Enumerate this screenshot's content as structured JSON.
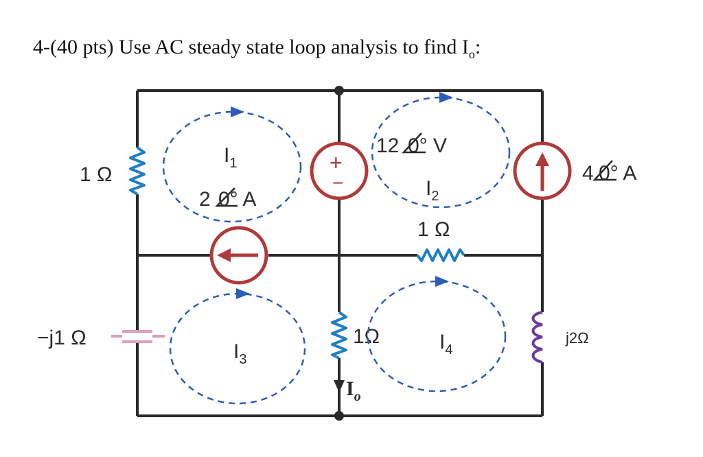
{
  "question": {
    "text": "4-(40 pts) Use AC steady state loop analysis to find I",
    "subscript": "o",
    "suffix": ":"
  },
  "loops": {
    "i1": {
      "main": "I",
      "sub": "1"
    },
    "i2": {
      "main": "I",
      "sub": "2"
    },
    "i3": {
      "main": "I",
      "sub": "3"
    },
    "i4": {
      "main": "I",
      "sub": "4"
    }
  },
  "components": {
    "r_left": {
      "value": "1 Ω"
    },
    "voltage_source": {
      "mag": "12",
      "angle": "0° V",
      "plus": "+",
      "minus": "−"
    },
    "current_source_right": {
      "mag": "4",
      "angle": "0° A"
    },
    "current_source_middle": {
      "mag": "2",
      "angle": "0° A"
    },
    "r_mid": {
      "value": "1 Ω"
    },
    "capacitor": {
      "value": "−j1 Ω"
    },
    "r_center": {
      "value": "1Ω"
    },
    "inductor": {
      "value": "j2Ω"
    },
    "output_current": {
      "main": "I",
      "sub": "o"
    }
  },
  "colors": {
    "wire": "#2a2a2a",
    "source": "#b03a3a",
    "resistor": "#1f7fc4",
    "capacitor": "#d9a0c0",
    "inductor": "#6a3aa0",
    "loop": "#2d5db8"
  }
}
